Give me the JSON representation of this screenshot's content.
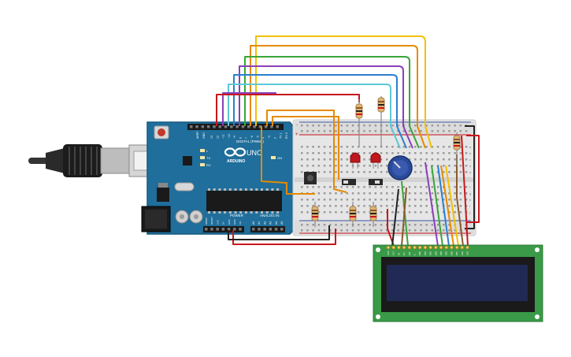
{
  "board": {
    "brand": "ARDUINO",
    "model": "UNO",
    "digital_label": "DIGITAL (PWM~)",
    "power_label": "POWER",
    "analog_label": "ANALOG IN",
    "aref_label": "AREF",
    "gnd_label": "GND",
    "tx_label": "TX",
    "rx_label": "RX",
    "l_label": "L",
    "on_label": "ON",
    "digital_pins": [
      "13",
      "12",
      "~11",
      "~10",
      "~9",
      "8",
      "7",
      "~6",
      "~5",
      "4",
      "~3",
      "2",
      "TX 1",
      "RX 0"
    ],
    "power_pins": [
      "IOREF",
      "RESET",
      "3.3V",
      "5V",
      "GND",
      "GND",
      "Vin"
    ],
    "analog_pins": [
      "A0",
      "A1",
      "A2",
      "A3",
      "A4",
      "A5"
    ]
  },
  "breadboard": {
    "row_letters": [
      "a",
      "b",
      "c",
      "d",
      "e",
      "f",
      "g",
      "h",
      "i",
      "j"
    ],
    "plus_sign": "+",
    "minus_sign": "-"
  },
  "lcd": {
    "pin_labels": [
      "GND",
      "VCC",
      "V0",
      "RS",
      "RW",
      "E",
      "DB0",
      "DB1",
      "DB2",
      "DB3",
      "DB4",
      "DB5",
      "DB6",
      "DB7",
      "LED",
      "LED"
    ]
  },
  "colors": {
    "board": "#1f6e9b",
    "board_edge": "#185a80",
    "breadboard": "#e6e6e6",
    "lcd_pcb": "#3a9a48",
    "lcd_screen": "#202a55",
    "wire_red": "#c8161d",
    "wire_yellow": "#f2c000",
    "wire_orange": "#e68a00",
    "wire_green": "#3aa53a",
    "wire_purple": "#8a3fb8",
    "wire_blue": "#2a7fd0",
    "wire_cyan": "#5ec6d8",
    "wire_black": "#222222",
    "wire_brown": "#8a5a2a"
  }
}
